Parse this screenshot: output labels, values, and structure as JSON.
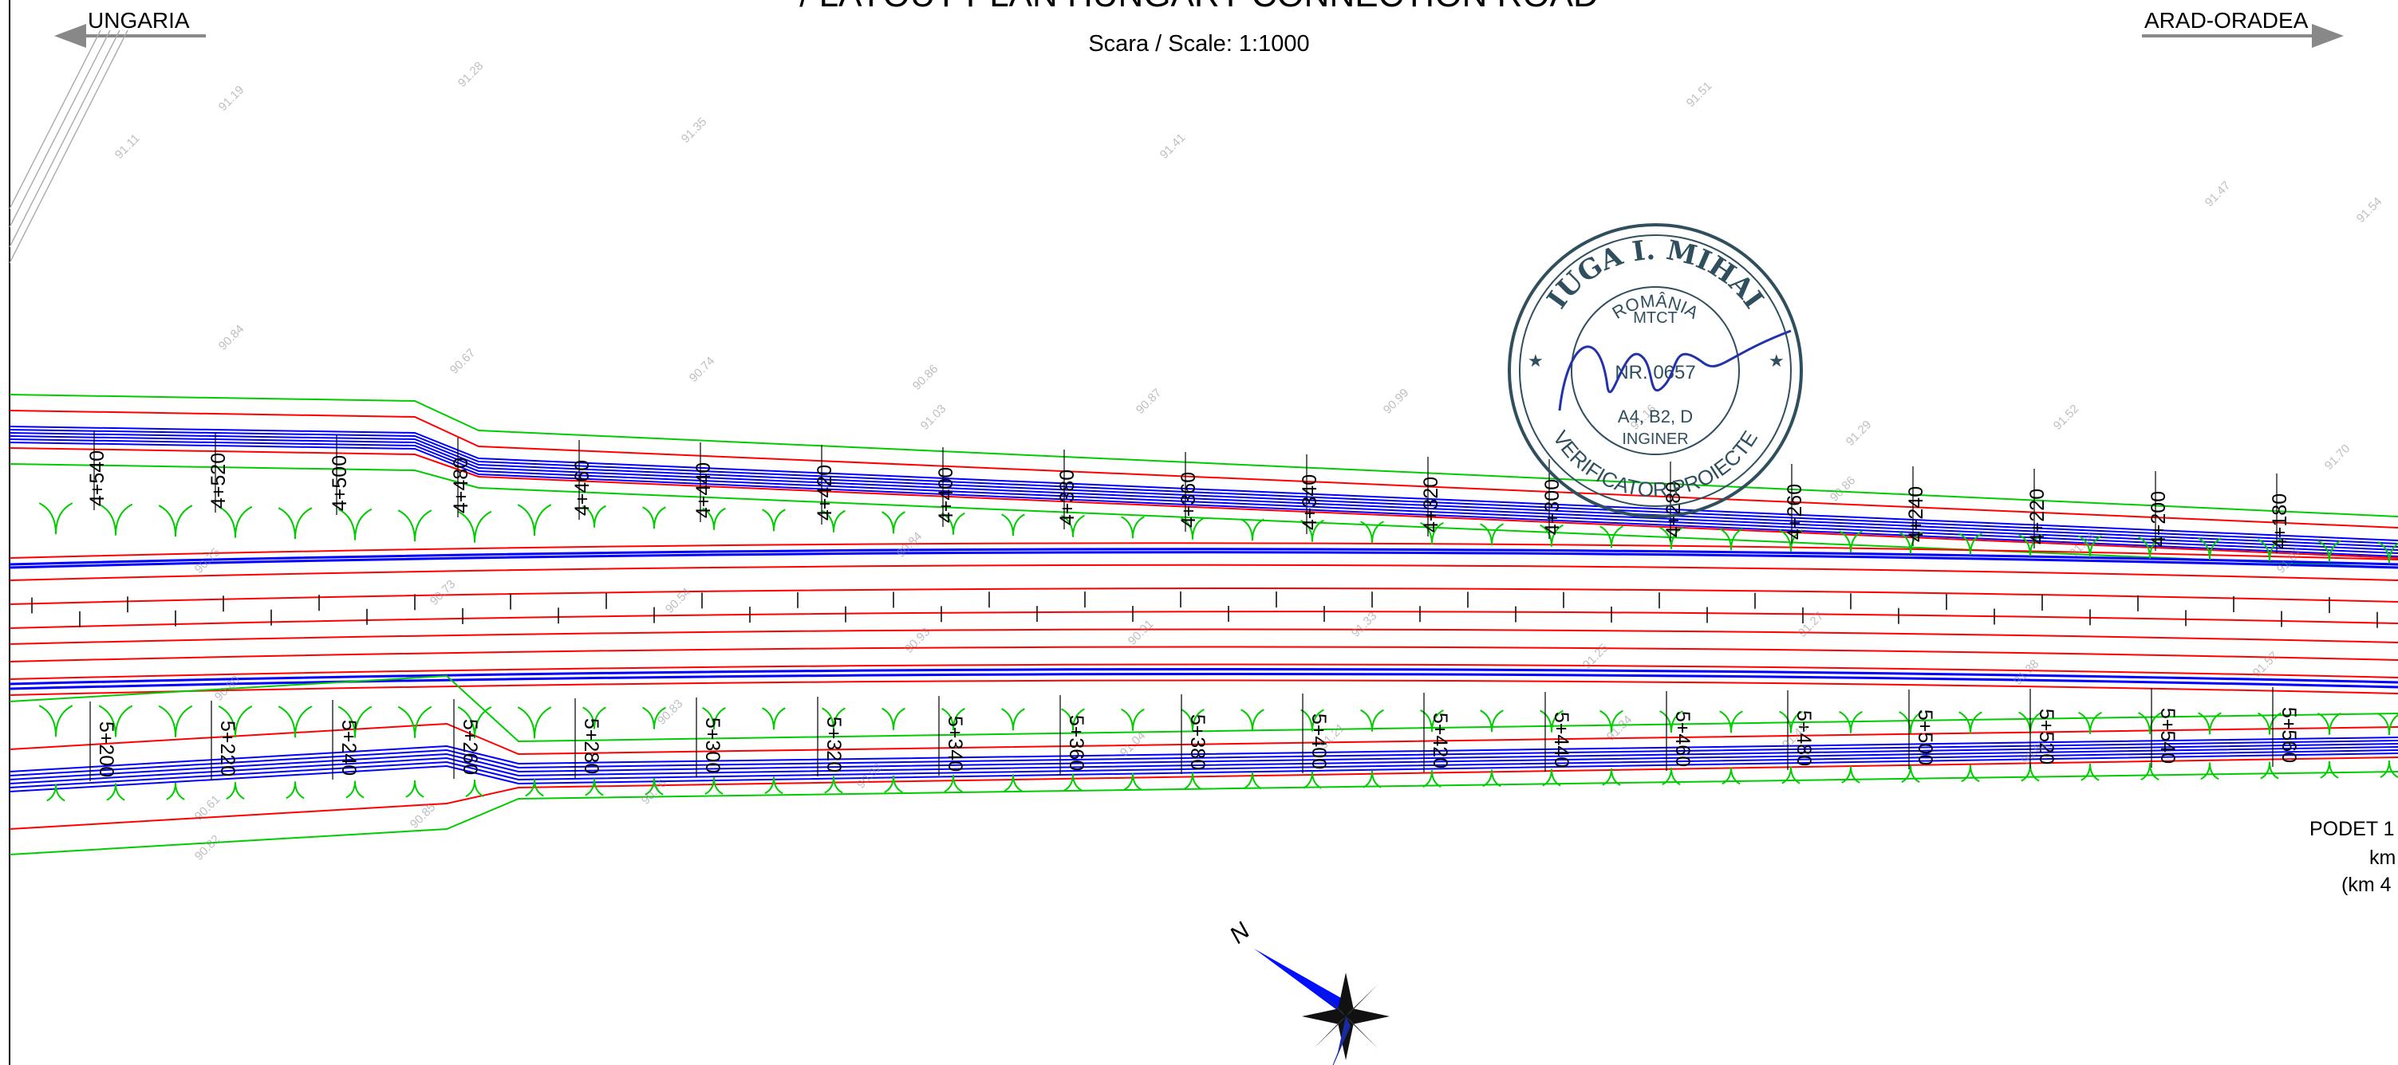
{
  "header": {
    "title_partial": "/ LAYOUT PLAN HUNGARY CONNECTION ROAD",
    "scale": "Scara / Scale: 1:1000"
  },
  "directions": {
    "left": "UNGARIA",
    "right": "ARAD-ORADEA"
  },
  "north_arrow": {
    "label": "N",
    "icon": "compass-rose-icon"
  },
  "stamp": {
    "name": "IUGA I. MIHAI",
    "country": "ROMÂNIA",
    "ministry": "MTCT",
    "number": "NR. 0657",
    "category": "A4, B2, D",
    "role": "INGINER",
    "bottom": "VERIFICATOR PROIECTE",
    "ink_color": "#2f4f5e",
    "signature_color": "#2233aa"
  },
  "chainages_top": [
    "4+540",
    "4+520",
    "4+500",
    "4+480",
    "4+460",
    "4+440",
    "4+420",
    "4+400",
    "4+380",
    "4+360",
    "4+340",
    "4+320",
    "4+300",
    "4+280",
    "4+260",
    "4+240",
    "4+220",
    "4+200",
    "4+180"
  ],
  "chainages_bottom": [
    "5+200",
    "5+220",
    "5+240",
    "5+260",
    "5+280",
    "5+300",
    "5+320",
    "5+340",
    "5+360",
    "5+380",
    "5+400",
    "5+420",
    "5+440",
    "5+460",
    "5+480",
    "5+500",
    "5+520",
    "5+540",
    "5+560"
  ],
  "podet": {
    "line1": "PODET 1",
    "line2": "km",
    "line3": "(km 4"
  },
  "elevations": [
    "90.84",
    "90.67",
    "90.74",
    "90.86",
    "91.03",
    "90.87",
    "90.99",
    "91.16",
    "91.29",
    "91.52",
    "91.70",
    "90.75",
    "90.73",
    "90.54",
    "90.93",
    "90.91",
    "91.33",
    "91.25",
    "91.27",
    "91.38",
    "91.57",
    "90.76",
    "90.92",
    "91.04",
    "91.21",
    "91.34",
    "91.45",
    "90.62",
    "90.61",
    "90.82",
    "90.85",
    "90.83",
    "90.80",
    "90.84",
    "90.86",
    "91.04",
    "91.07",
    "91.11",
    "91.19",
    "91.28",
    "91.35",
    "91.41",
    "91.51",
    "91.47",
    "91.54"
  ],
  "colors": {
    "road_edge": "#ff0000",
    "carriageway": "#0000ff",
    "ditch": "#00cc00",
    "elevation_text": "#8a8a8a",
    "frame": "#000000"
  }
}
